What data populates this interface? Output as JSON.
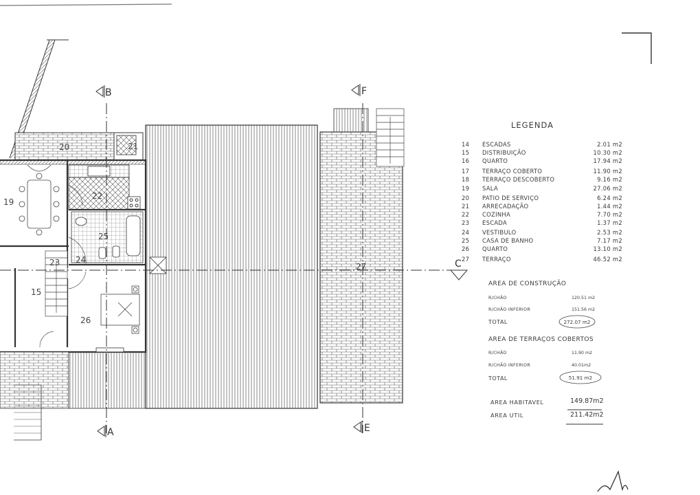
{
  "legend": {
    "title": "LEGENDA",
    "rows": [
      {
        "num": "14",
        "name": "ESCADAS",
        "area": "2.01 m2"
      },
      {
        "num": "15",
        "name": "DISTRIBUIÇÃO",
        "area": "10.30 m2"
      },
      {
        "num": "16",
        "name": "QUARTO",
        "area": "17.94 m2"
      },
      {
        "num": "17",
        "name": "TERRAÇO COBERTO",
        "area": "11.90 m2"
      },
      {
        "num": "18",
        "name": "TERRAÇO DESCOBERTO",
        "area": "9.16 m2"
      },
      {
        "num": "19",
        "name": "SALA",
        "area": "27.06 m2"
      },
      {
        "num": "20",
        "name": "PATIO DE SERVIÇO",
        "area": "6.24 m2"
      },
      {
        "num": "21",
        "name": "ARRECADAÇÃO",
        "area": "1.44 m2"
      },
      {
        "num": "22",
        "name": "COZINHA",
        "area": "7.70 m2"
      },
      {
        "num": "23",
        "name": "ESCADA",
        "area": "1.37 m2"
      },
      {
        "num": "24",
        "name": "VESTIBULO",
        "area": "2.53 m2"
      },
      {
        "num": "25",
        "name": "CASA DE BANHO",
        "area": "7.17 m2"
      },
      {
        "num": "26",
        "name": "QUARTO",
        "area": "13.10 m2"
      },
      {
        "num": "27",
        "name": "TERRAÇO",
        "area": "46.52 m2"
      }
    ]
  },
  "construction": {
    "heading": "AREA DE CONSTRUÇÃO",
    "rchao_label": "R/CHÃO",
    "rchao_value": "120.51 m2",
    "inferior_label": "R/CHÃO INFERIOR",
    "inferior_value": "151.56 m2",
    "total_label": "TOTAL",
    "total_value": "272.07 m2"
  },
  "covered_terraces": {
    "heading": "AREA DE TERRAÇOS COBERTOS",
    "rchao_label": "R/CHÃO",
    "rchao_value": "11.90 m2",
    "inferior_label": "R/CHÃO INFERIOR",
    "inferior_value": "40.01m2",
    "total_label": "TOTAL",
    "total_value": "51.91 m2"
  },
  "summary": {
    "habitavel_label": "AREA HABITAVEL",
    "habitavel_value": "149.87m2",
    "util_label": "AREA UTIL",
    "util_value": "211.42m2"
  },
  "plan": {
    "rooms": [
      "19",
      "20",
      "21",
      "22",
      "23",
      "24",
      "25",
      "15",
      "26",
      "27"
    ],
    "sections": [
      "B",
      "F",
      "C",
      "A",
      "E"
    ]
  },
  "colors": {
    "line": "#3a3a3a",
    "paper": "#ffffff"
  }
}
